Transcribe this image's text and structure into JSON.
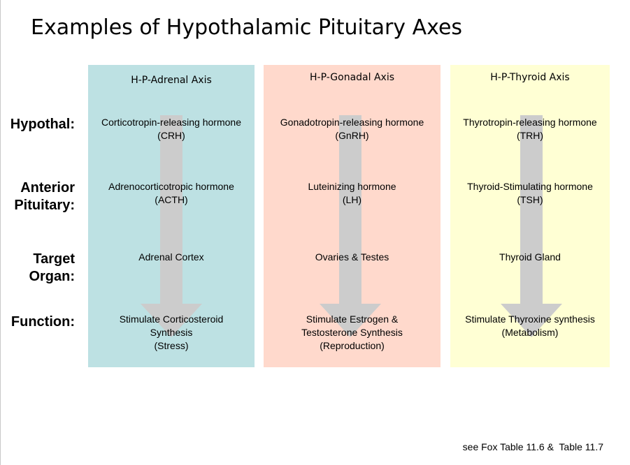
{
  "title": "Examples of Hypothalamic Pituitary Axes",
  "row_labels": {
    "hypothal": "Hypothal:",
    "anterior_pituitary": "Anterior\nPituitary:",
    "target_organ": "Target\nOrgan:",
    "function": "Function:"
  },
  "axes": [
    {
      "header": "H-P-Adrenal Axis",
      "color": "#bde1e3",
      "hypothal": "Corticotropin-releasing hormone\n(CRH)",
      "anterior_pituitary": "Adrenocorticotropic hormone\n(ACTH)",
      "target_organ": "Adrenal Cortex",
      "function": "Stimulate Corticosteroid\nSynthesis\n(Stress)"
    },
    {
      "header": "H-P-Gonadal Axis",
      "color": "#ffd9cc",
      "hypothal": "Gonadotropin-releasing hormone\n(GnRH)",
      "anterior_pituitary": "Luteinizing hormone\n(LH)",
      "target_organ": "Ovaries & Testes",
      "function": "Stimulate Estrogen &\nTestosterone Synthesis\n(Reproduction)"
    },
    {
      "header": "H-P-Thyroid Axis",
      "color": "#ffffd4",
      "hypothal": "Thyrotropin-releasing hormone\n(TRH)",
      "anterior_pituitary": "Thyroid-Stimulating hormone\n(TSH)",
      "target_organ": "Thyroid Gland",
      "function": "Stimulate Thyroxine synthesis\n(Metabolism)"
    }
  ],
  "arrow_color": "#cccccc",
  "footnote": "see Fox Table 11.6 &  Table 11.7"
}
